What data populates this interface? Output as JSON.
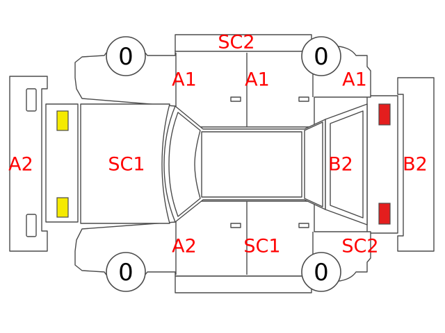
{
  "colors": {
    "damage_code": "#ff0000",
    "outline": "#4a4a4a",
    "front_lamp": "#f5ea00",
    "rear_lamp": "#e41e1e"
  },
  "tires": {
    "front_top": "0",
    "rear_top": "0",
    "front_bottom": "0",
    "rear_bottom": "0"
  },
  "codes": {
    "top_edge": "SC2",
    "front_top_fender": "A1",
    "front_top_door": "A1",
    "rear_top_fender": "A1",
    "front_bumper": "A2",
    "hood": "SC1",
    "trunk": "B2",
    "rear_bumper": "B2",
    "front_bottom_fender": "A2",
    "rear_bottom_door": "SC1",
    "rear_bottom_fender": "SC2"
  }
}
